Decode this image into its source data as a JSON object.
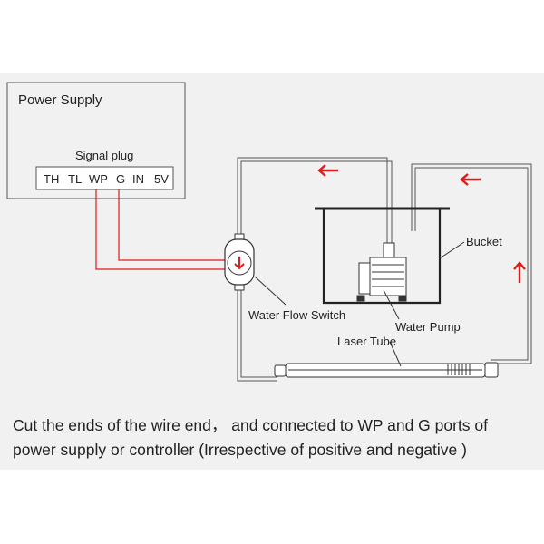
{
  "power_supply": {
    "title": "Power Supply",
    "signal_plug_label": "Signal plug",
    "ports": [
      "TH",
      "TL",
      "WP",
      "G",
      "IN",
      "5V"
    ]
  },
  "labels": {
    "bucket": "Bucket",
    "water_flow_switch": "Water Flow Switch",
    "water_pump": "Water Pump",
    "laser_tube": "Laser Tube"
  },
  "caption": {
    "line1": "Cut the ends of the wire end， and connected to WP and G ports of",
    "line2": "power supply or controller (Irrespective of positive and negative )"
  },
  "colors": {
    "background": "#f1f1f1",
    "wire": "#e01b1b",
    "arrow": "#e01b1b",
    "line": "#333333"
  }
}
